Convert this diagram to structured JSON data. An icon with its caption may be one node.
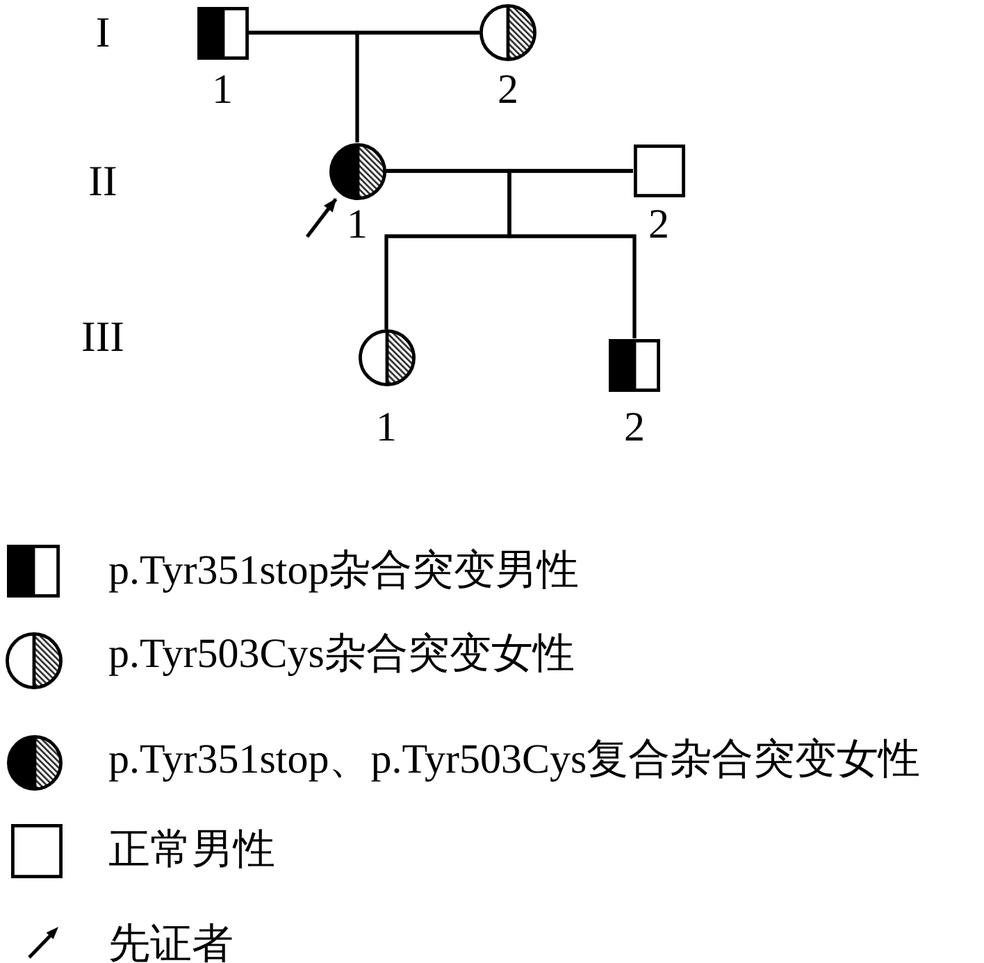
{
  "diagram": {
    "nodes": [
      {
        "text": [
          "1"
        ]
      },
      {
        "text": [
          "2"
        ]
      },
      {
        "text": [
          "1"
        ]
      },
      {
        "text": [
          "2"
        ]
      },
      {
        "text": [
          "1"
        ]
      },
      {
        "text": [
          "2"
        ]
      }
    ],
    "edges": [
      {
        "from": 0,
        "to": 1,
        "arrow": "none"
      },
      {
        "from": 0,
        "to": 2,
        "arrow": "none"
      },
      {
        "from": 1,
        "to": 2,
        "arrow": "none"
      },
      {
        "from": 2,
        "to": 3,
        "arrow": "none"
      },
      {
        "from": 2,
        "to": 4,
        "arrow": "none"
      },
      {
        "from": 2,
        "to": 5,
        "arrow": "none"
      },
      {
        "from": 3,
        "to": 4,
        "arrow": "none"
      },
      {
        "from": 3,
        "to": 5,
        "arrow": "none"
      },
      {
        "from": null,
        "to": 2,
        "arrow": "to"
      }
    ],
    "labels": [
      "I",
      "II",
      "III"
    ],
    "legend": [
      {
        "text": "p.Tyr351stop杂合突变男性"
      },
      {
        "text": "p.Tyr503Cys杂合突变女性"
      },
      {
        "text": "p.Tyr351stop、p.Tyr503Cys复合杂合突变女性"
      },
      {
        "text": "正常男性"
      },
      {
        "text": "先证者"
      }
    ]
  }
}
